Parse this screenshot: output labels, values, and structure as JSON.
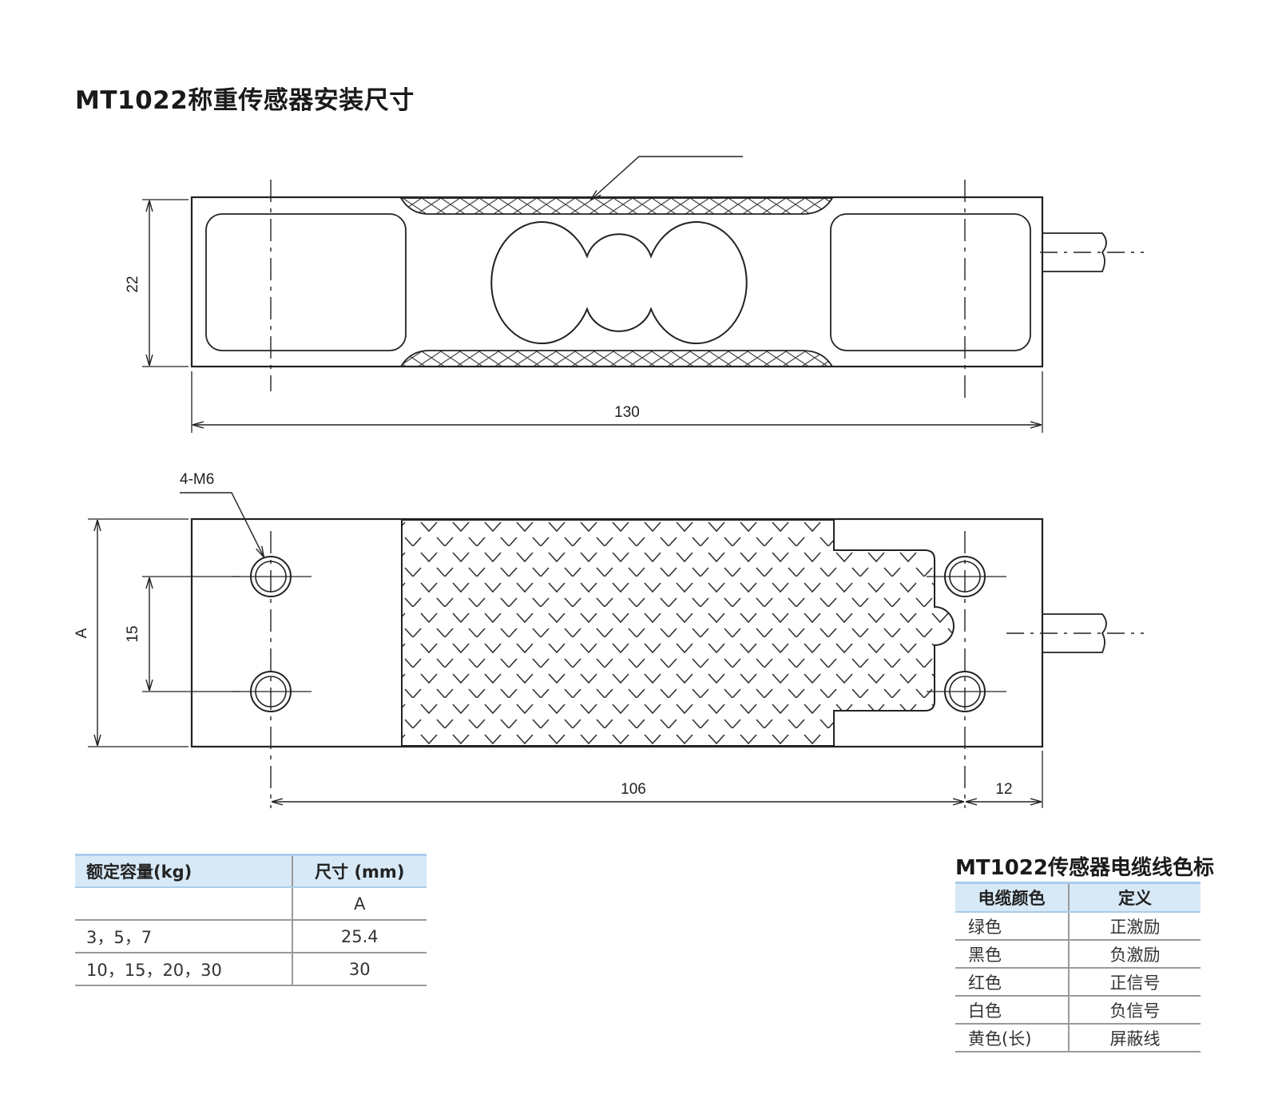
{
  "title": "MT1022称重传感器安装尺寸",
  "drawing": {
    "dim_22": "22",
    "dim_130": "130",
    "hole_label": "4-M6",
    "dim_A": "A",
    "dim_15": "15",
    "dim_106": "106",
    "dim_12": "12"
  },
  "capacity_table": {
    "headers": [
      "额定容量(kg)",
      "尺寸 (mm)"
    ],
    "subheader": "A",
    "rows": [
      {
        "capacity": "3，5，7",
        "a": "25.4"
      },
      {
        "capacity": "10，15，20，30",
        "a": "30"
      }
    ]
  },
  "cable": {
    "title": "MT1022传感器电缆线色标",
    "headers": [
      "电缆颜色",
      "定义"
    ],
    "rows": [
      {
        "color": "绿色",
        "def": "正激励"
      },
      {
        "color": "黑色",
        "def": "负激励"
      },
      {
        "color": "红色",
        "def": "正信号"
      },
      {
        "color": "白色",
        "def": "负信号"
      },
      {
        "color": "黄色(长)",
        "def": "屏蔽线"
      }
    ]
  }
}
